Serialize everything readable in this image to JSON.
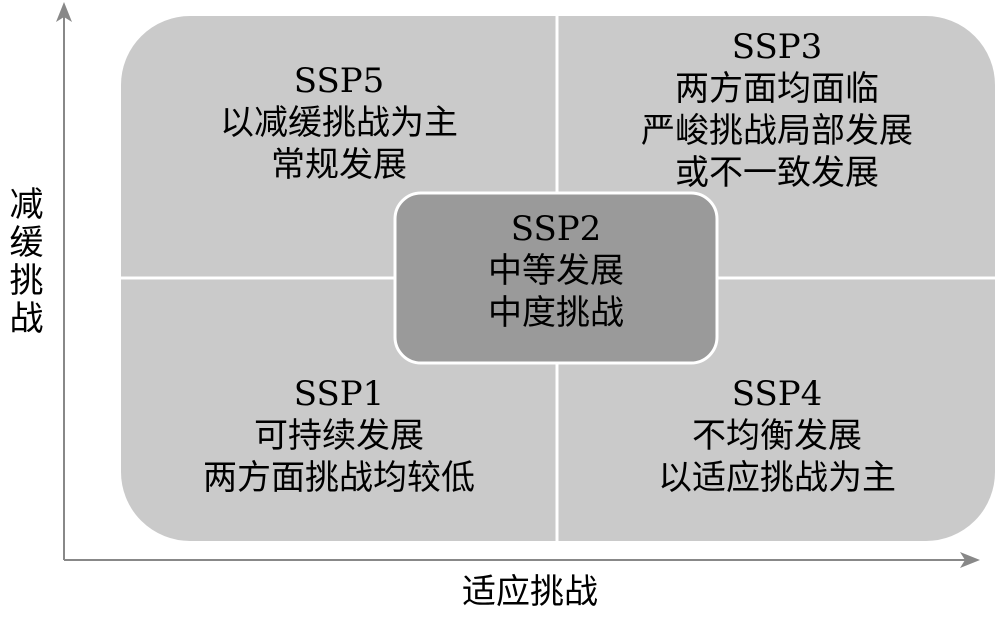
{
  "axes": {
    "x_label": "适应挑战",
    "y_label": "减缓挑战"
  },
  "quadrants": {
    "ssp5": {
      "lines": [
        "SSP5",
        "以减缓挑战为主",
        "常规发展"
      ]
    },
    "ssp3": {
      "lines": [
        "SSP3",
        "两方面均面临",
        "严峻挑战局部发展",
        "或不一致发展"
      ]
    },
    "ssp1": {
      "lines": [
        "SSP1",
        "可持续发展",
        "两方面挑战均较低"
      ]
    },
    "ssp4": {
      "lines": [
        "SSP4",
        "不均衡发展",
        "以适应挑战为主"
      ]
    }
  },
  "center": {
    "lines": [
      "SSP2",
      "中等发展",
      "中度挑战"
    ]
  },
  "colors": {
    "outer_fill": "#cacaca",
    "center_fill": "#9a9a9a",
    "axis": "#888888",
    "divider": "#ffffff",
    "text": "#000000"
  }
}
